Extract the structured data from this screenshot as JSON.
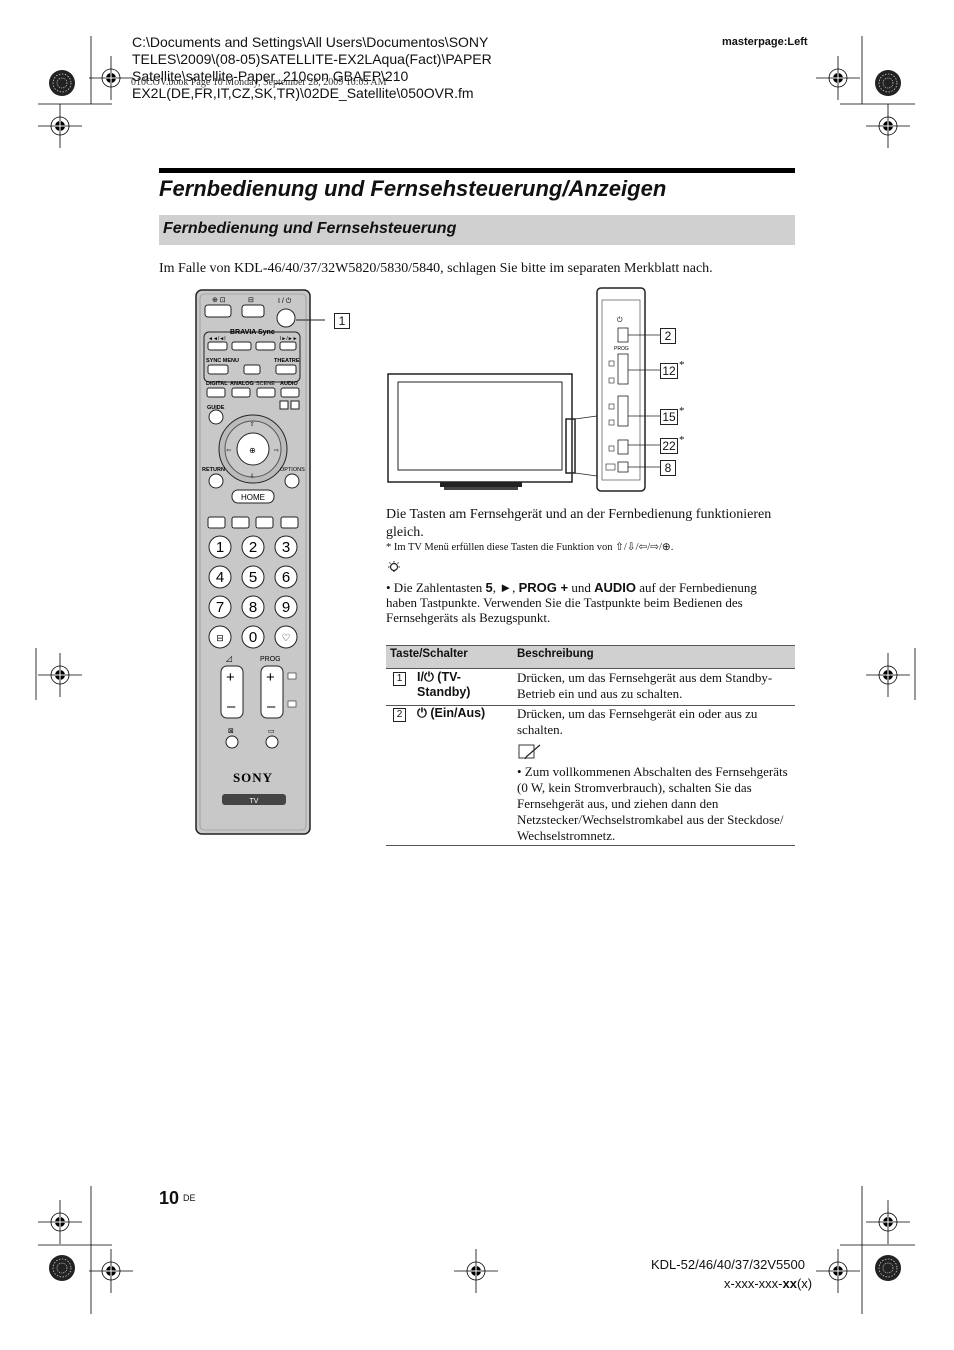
{
  "header": {
    "path_lines": [
      "C:\\Documents and Settings\\All Users\\Documentos\\SONY",
      "TELES\\2009\\(08-05)SATELLITE-EX2LAqua(Fact)\\PAPER",
      "Satellite\\satellite-Paper_210con GBAEP\\210",
      "EX2L(DE,FR,IT,CZ,SK,TR)\\02DE_Satellite\\050OVR.fm"
    ],
    "copy_line": "010COV.book  Page 10  Monday, September 28, 2009  10:03 AM",
    "masterpage": "masterpage:Left"
  },
  "title": "Fernbedienung und Fernsehsteuerung/Anzeigen",
  "subtitle": "Fernbedienung und Fernsehsteuerung",
  "intro": "Im Falle von KDL-46/40/37/32W5820/5830/5840, schlagen Sie bitte im separaten Merkblatt nach.",
  "remote": {
    "callout": "1",
    "labels": {
      "bravia_sync": "BRAVIA Sync",
      "sync_menu": "SYNC MENU",
      "theatre": "THEATRE",
      "digital": "DIGITAL",
      "analog": "ANALOG",
      "scene": "SCENE",
      "audio": "AUDIO",
      "guide": "GUIDE",
      "return": "RETURN",
      "options": "OPTIONS",
      "home": "HOME",
      "prog": "PROG",
      "brand": "SONY",
      "tv": "TV"
    },
    "digits": [
      "1",
      "2",
      "3",
      "4",
      "5",
      "6",
      "7",
      "8",
      "9",
      "0"
    ]
  },
  "tv_panel": {
    "callouts": [
      {
        "num": "2",
        "star": ""
      },
      {
        "num": "12",
        "star": "*"
      },
      {
        "num": "15",
        "star": "*"
      },
      {
        "num": "22",
        "star": "*"
      },
      {
        "num": "8",
        "star": ""
      }
    ],
    "prog_label": "PROG"
  },
  "body": {
    "para": "Die Tasten am Fernsehgerät und an der Fernbedienung funktionieren gleich.",
    "footnote": "*  Im TV Menü erfüllen diese Tasten die Funktion von ⇧/⇩/⇦/⇨/⊕.",
    "bullet": {
      "lead": "• Die Zahlentasten ",
      "key1": "5",
      "sep1": ", ",
      "key2": "►",
      "sep2": ", ",
      "key3": "PROG +",
      "mid": " und ",
      "key4": "AUDIO",
      "tail": " auf der Fernbedienung haben Tastpunkte. Verwenden Sie die Tastpunkte beim Bedienen des Fernsehgeräts als Bezugspunkt."
    }
  },
  "table": {
    "col_key": "Taste/Schalter",
    "col_desc": "Beschreibung",
    "rows": [
      {
        "num": "1",
        "key": "I/⏻ (TV-Standby)",
        "desc": "Drücken, um das Fernsehgerät aus dem Standby-Betrieb ein und aus zu schalten."
      },
      {
        "num": "2",
        "key": "⏻ (Ein/Aus)",
        "desc": "Drücken, um das Fernsehgerät ein oder aus zu schalten.",
        "note_icon": "note-pencil-icon",
        "note": "• Zum vollkommenen Abschalten des Fernsehgeräts (0 W, kein Stromverbrauch), schalten Sie das Fernsehgerät aus, und ziehen dann den Netzstecker/Wechselstromkabel aus der Steckdose/ Wechselstromnetz."
      }
    ]
  },
  "footer": {
    "page_number": "10",
    "lang": "DE",
    "model": "KDL-52/46/40/37/32V5500",
    "code_prefix": "x-xxx-xxx-",
    "code_bold": "xx",
    "code_suffix": "(x)"
  },
  "colors": {
    "remote_body": "#c8c8c8",
    "header_fill": "#d0d0d0",
    "ink": "#111111"
  }
}
